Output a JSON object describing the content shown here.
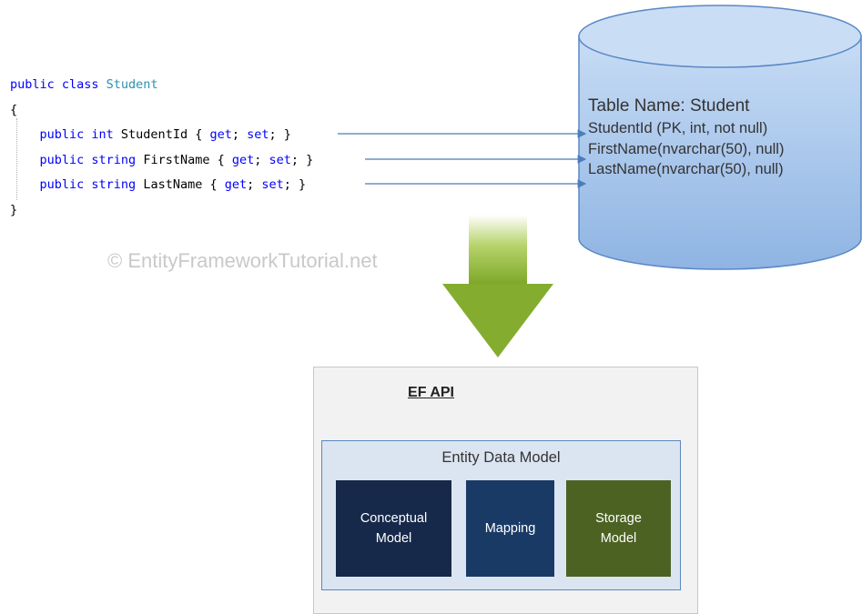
{
  "code": {
    "lines": [
      [
        {
          "t": "public class ",
          "k": "kw"
        },
        {
          "t": "Student",
          "k": "type"
        }
      ],
      [
        {
          "t": "{",
          "k": ""
        }
      ],
      [
        {
          "t": "    ",
          "k": ""
        },
        {
          "t": "public int ",
          "k": "kw"
        },
        {
          "t": "StudentId { ",
          "k": ""
        },
        {
          "t": "get",
          "k": "kw"
        },
        {
          "t": "; ",
          "k": ""
        },
        {
          "t": "set",
          "k": "kw"
        },
        {
          "t": "; }",
          "k": ""
        }
      ],
      [
        {
          "t": "    ",
          "k": ""
        },
        {
          "t": "public string ",
          "k": "kw"
        },
        {
          "t": "FirstName { ",
          "k": ""
        },
        {
          "t": "get",
          "k": "kw"
        },
        {
          "t": "; ",
          "k": ""
        },
        {
          "t": "set",
          "k": "kw"
        },
        {
          "t": "; }",
          "k": ""
        }
      ],
      [
        {
          "t": "    ",
          "k": ""
        },
        {
          "t": "public string ",
          "k": "kw"
        },
        {
          "t": "LastName { ",
          "k": ""
        },
        {
          "t": "get",
          "k": "kw"
        },
        {
          "t": "; ",
          "k": ""
        },
        {
          "t": "set",
          "k": "kw"
        },
        {
          "t": "; }",
          "k": ""
        }
      ],
      [
        {
          "t": "}",
          "k": ""
        }
      ]
    ]
  },
  "database": {
    "title": "Table Name: Student",
    "columns": [
      "StudentId (PK, int, not null)",
      "FirstName(nvarchar(50), null)",
      "LastName(nvarchar(50), null)"
    ]
  },
  "watermark": "© EntityFrameworkTutorial.net",
  "ef_api": {
    "title": "EF API",
    "edm_title": "Entity Data Model",
    "tiles": {
      "conceptual": "Conceptual\nModel",
      "mapping": "Mapping",
      "storage": "Storage\nModel"
    }
  },
  "colors": {
    "keyword": "#0000ff",
    "type_name": "#2b91af",
    "arrow_line": "#4a7ebb",
    "db_fill": "#a9c8ee",
    "big_arrow": "#8fb33a",
    "conceptual": "#17294a",
    "mapping": "#1a3a66",
    "storage": "#4c6223"
  }
}
